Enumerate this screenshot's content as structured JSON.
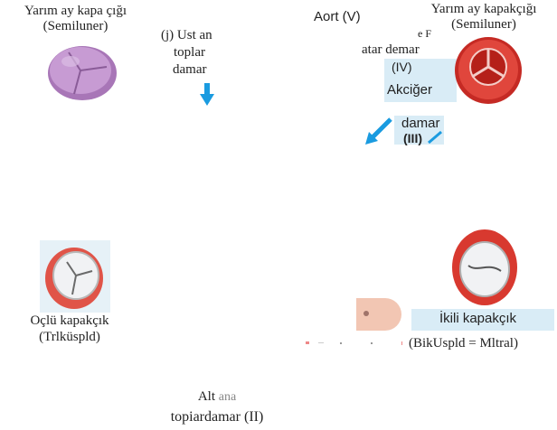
{
  "colors": {
    "arrow_blue": "#1a9be0",
    "panel_blue": "#d9ecf6",
    "valve_purple": "#b98bc6",
    "valve_red": "#d93a32",
    "valve_white": "#eef0f2",
    "tissue_pink": "#f2c6b3"
  },
  "labels": {
    "tl_line1": "Yarım ay kapa çığı",
    "tl_line2": "(Semiluner)",
    "upper_vein_l1": "(j) Ust an",
    "upper_vein_l2": "toplar",
    "upper_vein_l3": "damar",
    "aorta": "Aort (V)",
    "tr_line1": "Yarım ay kapakçığı",
    "tr_line2": "(Semiluner)",
    "tr_fragment": "e F",
    "pulm_artery_l1": "atar demar",
    "pulm_artery_l2": "(IV)",
    "pulm_artery_l3": "Akciğer",
    "pulm_vein_l1": "damar",
    "pulm_vein_l2": "(III)",
    "tricuspid_l1": "Oçlü kapakçık",
    "tricuspid_l2": "(Trlküspld)",
    "mitral_l1": "İkili kapakçık",
    "mitral_l2": "(BikUspld = Mltral)",
    "lower_vein_l1_a": "Alt",
    "lower_vein_l1_b": "ana",
    "lower_vein_l2": "topiardamar (II)"
  },
  "icons": [
    "purple-semilunar-valve-icon",
    "red-semilunar-valve-icon",
    "tricuspid-valve-icon",
    "mitral-valve-icon",
    "down-arrow-icon",
    "blue-arrow-icon"
  ]
}
